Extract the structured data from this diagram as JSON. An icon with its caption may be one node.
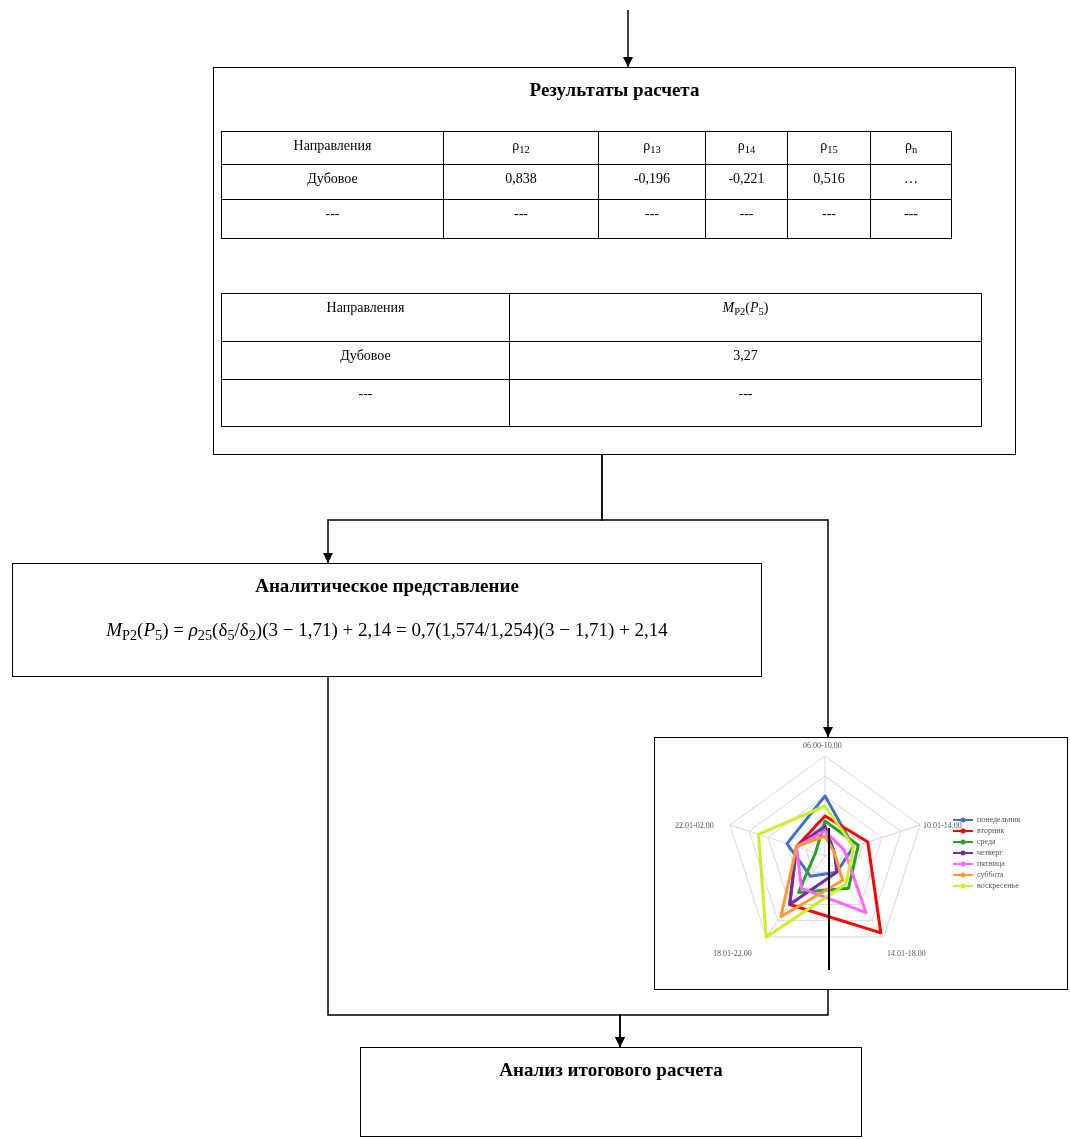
{
  "diagram": {
    "nodes": [
      {
        "text": [
          "Результаты расчета"
        ]
      },
      {
        "text": [
          "Аналитическое представление",
          "*M*$_{P2}$(*P*$_{5}$) = *ρ*$_{25}$(δ$_{5}$/δ$_{2}$)(3 − 1,71) + 2,14 = 0,7(1,574/1,254)(3 − 1,71) + 2,14"
        ]
      },
      {
        "text": [],
        "shape": "picture"
      },
      {
        "text": [
          "Анализ итогового расчета"
        ]
      }
    ],
    "edges": [
      {
        "from": null,
        "to": 0,
        "arrow": "to"
      },
      {
        "from": 0,
        "to": 1,
        "arrow": "to"
      },
      {
        "from": 0,
        "to": 2,
        "arrow": "to"
      },
      {
        "from": 1,
        "to": 3,
        "arrow": "to"
      },
      {
        "from": 2,
        "to": 3,
        "arrow": "to"
      }
    ],
    "labels": [
      "Направления",
      "ρ$_{12}$",
      "ρ$_{13}$",
      "ρ$_{14}$",
      "ρ$_{15}$",
      "ρ$_{n}$",
      "Дубовое",
      "0,838",
      "-0,196",
      "-0,221",
      "0,516",
      "…",
      "---",
      "---",
      "---",
      "---",
      "---",
      "---",
      "Направления",
      "*M*$_{P2}$(*P*$_{5}$)",
      "Дубовое",
      "3,27",
      "---",
      "---",
      "06.00-10.00",
      "22.01-02.00",
      "10.01-14.00",
      "18.01-22.00",
      "14.01-18.00"
    ],
    "legend": [
      {
        "text": "понедельник"
      },
      {
        "text": "вторник"
      },
      {
        "text": "среда"
      },
      {
        "text": "четверг"
      },
      {
        "text": "пятница"
      },
      {
        "text": "суббота"
      },
      {
        "text": "воскресенье"
      }
    ]
  }
}
